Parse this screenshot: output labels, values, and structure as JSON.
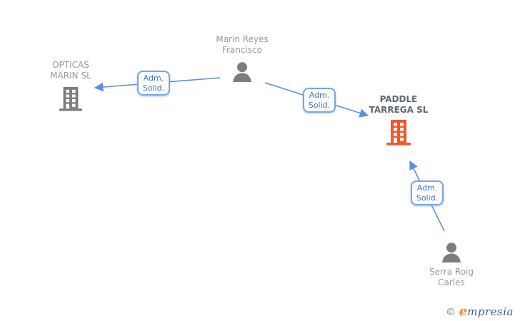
{
  "diagram_type": "corporate-relationship-chart",
  "nodes": {
    "marin": {
      "type": "person",
      "line1": "Marin Reyes",
      "line2": "Francisco"
    },
    "opticas": {
      "type": "company",
      "line1": "OPTICAS",
      "line2": "MARIN SL"
    },
    "paddle": {
      "type": "company",
      "line1": "PADDLE",
      "line2": "TARREGA SL",
      "highlighted": true
    },
    "serra": {
      "type": "person",
      "line1": "Serra Roig",
      "line2": "Carles"
    }
  },
  "edges": {
    "marin_to_opticas": {
      "label_line1": "Adm.",
      "label_line2": "Solid."
    },
    "marin_to_paddle": {
      "label_line1": "Adm.",
      "label_line2": "Solid."
    },
    "serra_to_paddle": {
      "label_line1": "Adm.",
      "label_line2": "Solid."
    }
  },
  "colors": {
    "background": "#ffffff",
    "connector_blue": "#5e90dd",
    "edge_box_border": "#76a5ea",
    "edge_box_text": "#4377c9",
    "node_label_gray": "#9a9a9a",
    "node_label_dark": "#5f6870",
    "icon_gray": "#7d7d7d",
    "icon_orange": "#f4562a",
    "logo_teal": "#2e657f",
    "logo_orange": "#f08a24"
  },
  "footer": {
    "copyright_symbol": "©",
    "brand_initial": "e",
    "brand_rest": "mpresia"
  }
}
